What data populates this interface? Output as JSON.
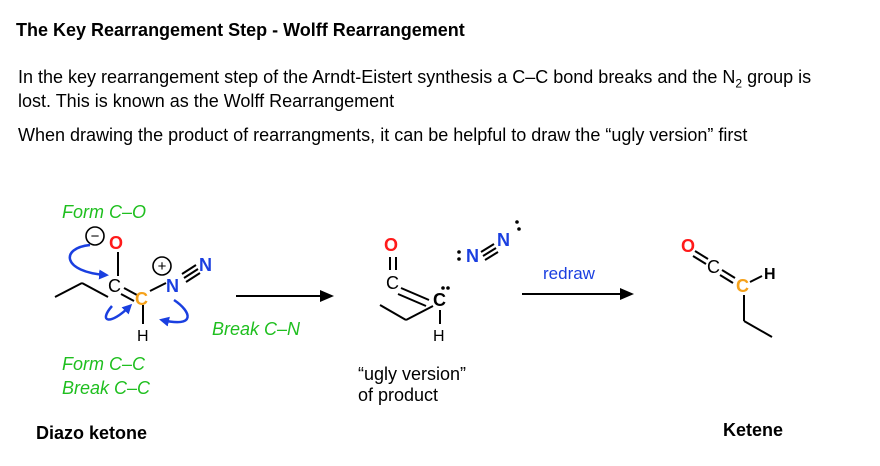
{
  "title": "The Key Rearrangement Step - Wolff Rearrangement",
  "intro": {
    "before_sub": "In the key rearrangement step of the Arndt-Eistert synthesis a C–C bond breaks and the N",
    "sub": "2",
    "after_sub": " group is lost. This is known as the Wolff Rearrangement"
  },
  "tip": "When drawing the product of rearrangments, it can be helpful to draw the “ugly version” first",
  "labels": {
    "form_co": "Form C–O",
    "form_cc": "Form C–C",
    "break_cc": "Break C–C",
    "break_cn": "Break C–N",
    "redraw": "redraw",
    "ugly_line1": "“ugly version”",
    "ugly_line2": "of product",
    "diazo_ketone": "Diazo ketone",
    "ketene": "Ketene"
  },
  "atoms": {
    "O": "O",
    "C": "C",
    "H": "H",
    "N": "N",
    "minus": "−",
    "plus": "+"
  },
  "colors": {
    "green": "#1fbf1f",
    "blue": "#1a3fe0",
    "red": "#ff1a1a",
    "orange": "#f5a11a",
    "black": "#000000"
  }
}
